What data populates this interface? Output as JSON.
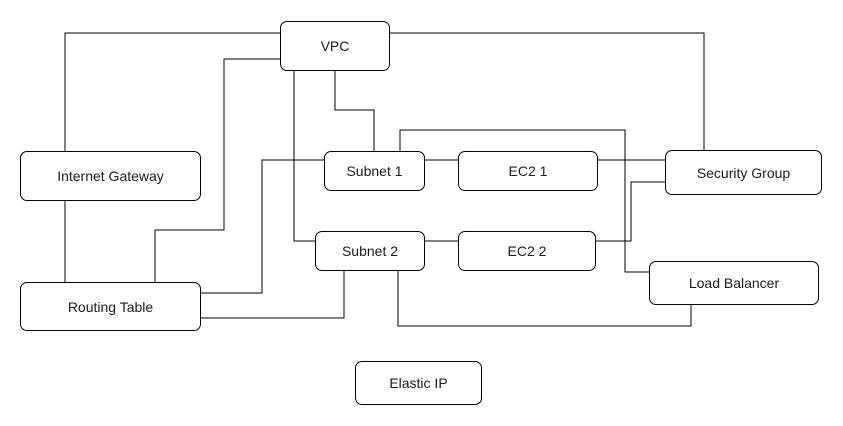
{
  "colors": {
    "stroke": "#000000",
    "node_fill": "#ffffff",
    "text": "#1a1a1a"
  },
  "nodes": {
    "vpc": "VPC",
    "internet_gateway": "Internet Gateway",
    "routing_table": "Routing Table",
    "subnet_1": "Subnet 1",
    "subnet_2": "Subnet 2",
    "ec2_1": "EC2 1",
    "ec2_2": "EC2 2",
    "security_group": "Security Group",
    "load_balancer": "Load Balancer",
    "elastic_ip": "Elastic IP"
  }
}
